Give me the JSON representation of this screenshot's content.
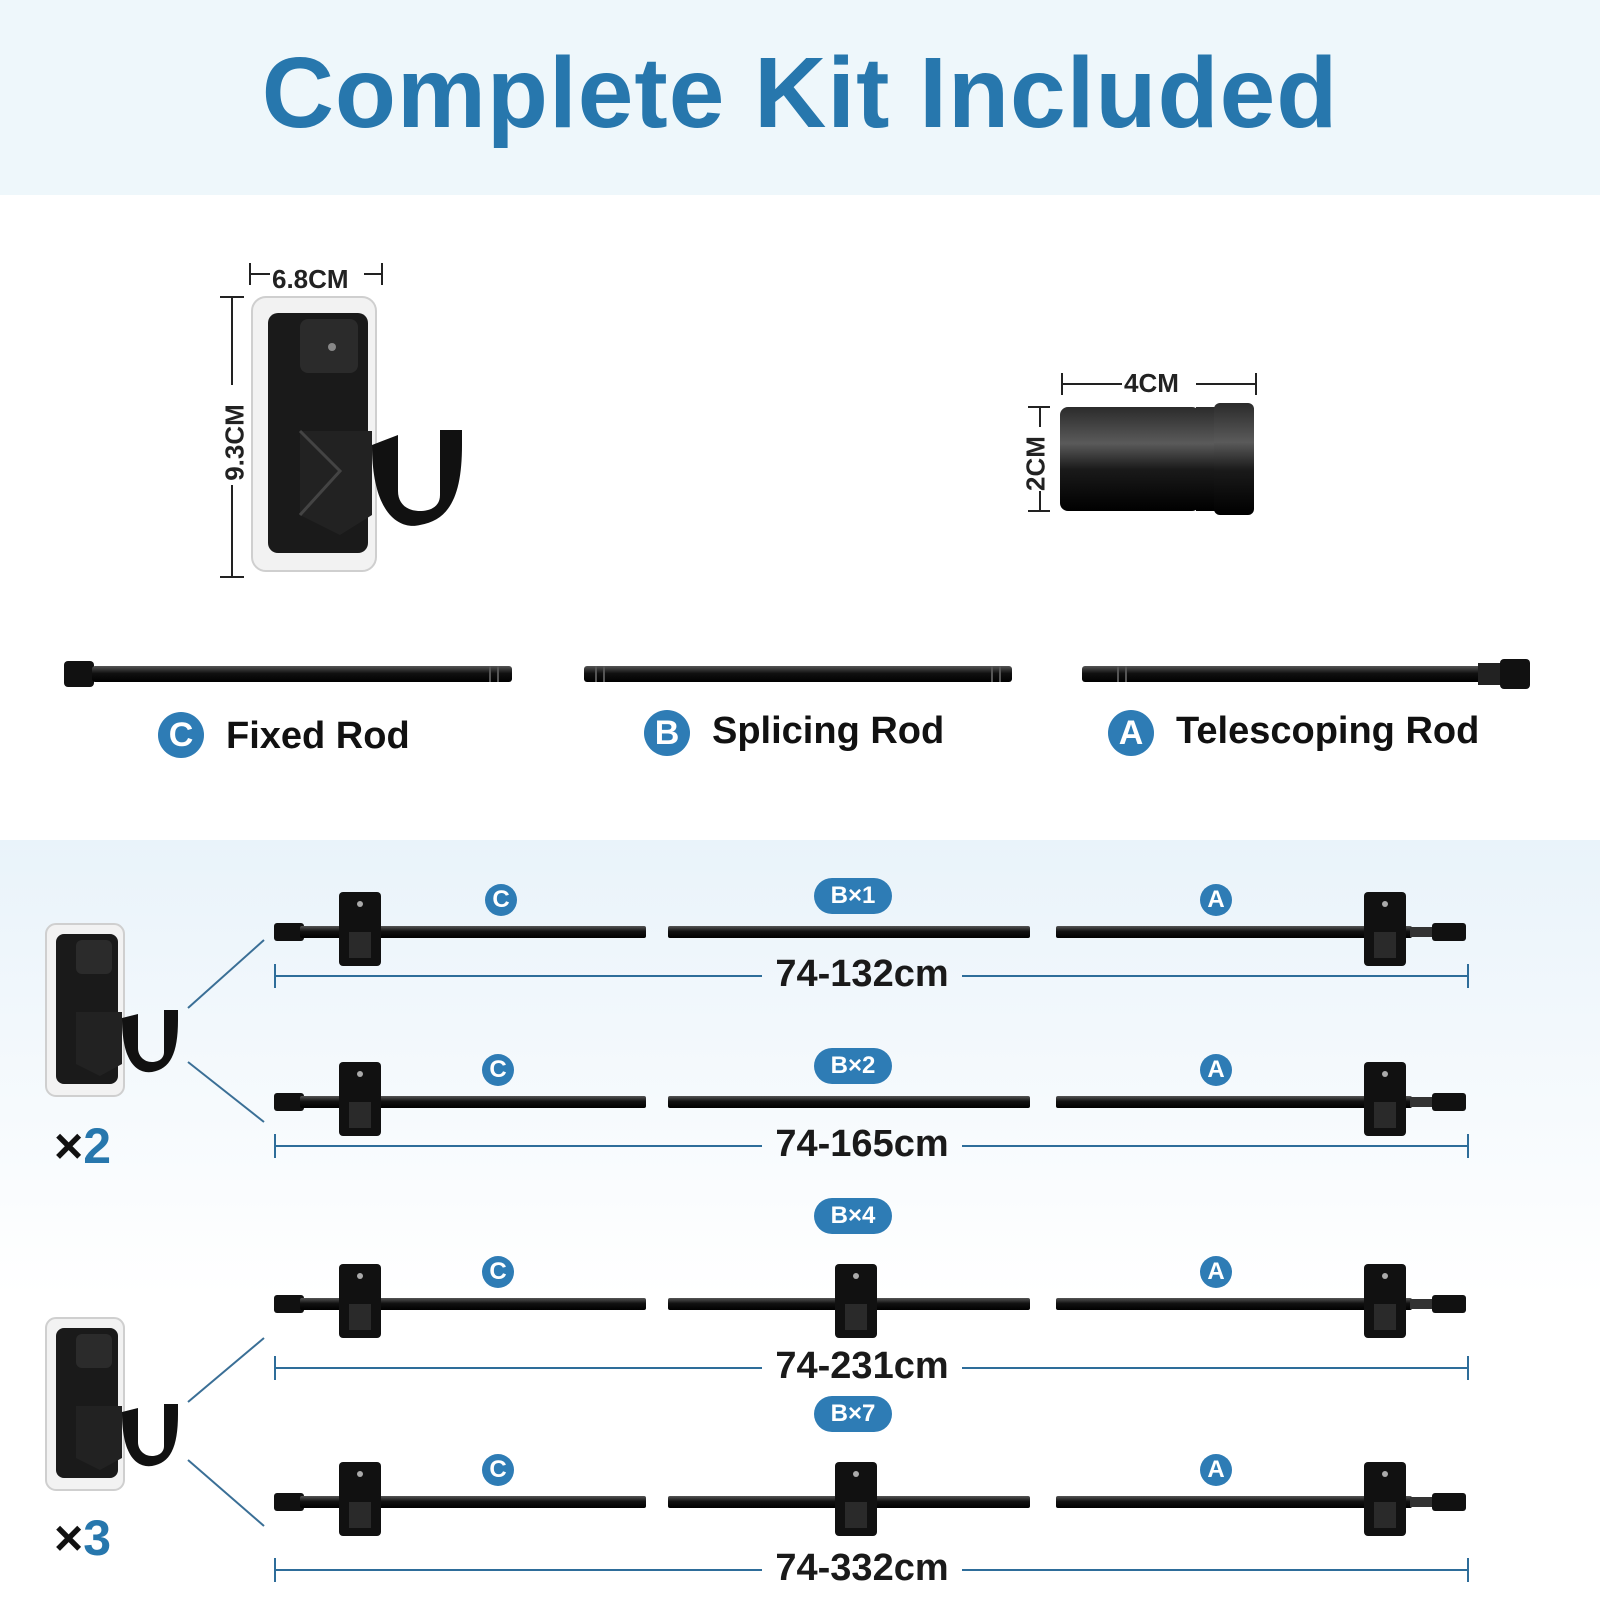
{
  "title": "Complete Kit Included",
  "bracket_dims": {
    "width": "6.8CM",
    "height": "9.3CM"
  },
  "connector_dims": {
    "length": "4CM",
    "diameter": "2CM"
  },
  "rods": [
    {
      "letter": "C",
      "label": "Fixed Rod"
    },
    {
      "letter": "B",
      "label": "Splicing Rod"
    },
    {
      "letter": "A",
      "label": "Telescoping Rod"
    }
  ],
  "configs": [
    {
      "c": "C",
      "b": "B×1",
      "a": "A",
      "length": "74-132cm"
    },
    {
      "c": "C",
      "b": "B×2",
      "a": "A",
      "length": "74-165cm"
    },
    {
      "c": "C",
      "b": "B×4",
      "a": "A",
      "length": "74-231cm"
    },
    {
      "c": "C",
      "b": "B×7",
      "a": "A",
      "length": "74-332cm"
    }
  ],
  "multipliers": [
    {
      "sign": "×",
      "count": "2"
    },
    {
      "sign": "×",
      "count": "3"
    }
  ]
}
